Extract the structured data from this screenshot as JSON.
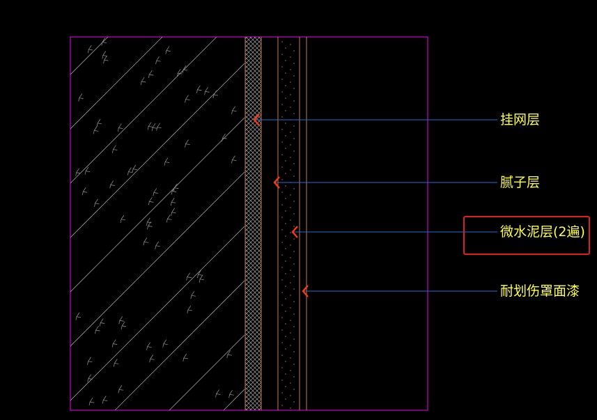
{
  "colors": {
    "background": "#000000",
    "frame": "#c800c8",
    "hatch": "#9a9a9a",
    "layer_line": "#c87850",
    "leader_line": "#1f6fd8",
    "arrow": "#ff3a0a",
    "label": "#ffff4a",
    "highlight_box": "#e02020"
  },
  "callouts": [
    {
      "id": "mesh",
      "label": "挂网层"
    },
    {
      "id": "putty",
      "label": "腻子层"
    },
    {
      "id": "micro-cement",
      "label": "微水泥层(2遍)",
      "highlighted": true
    },
    {
      "id": "topcoat",
      "label": "耐划伤罩面漆"
    }
  ]
}
